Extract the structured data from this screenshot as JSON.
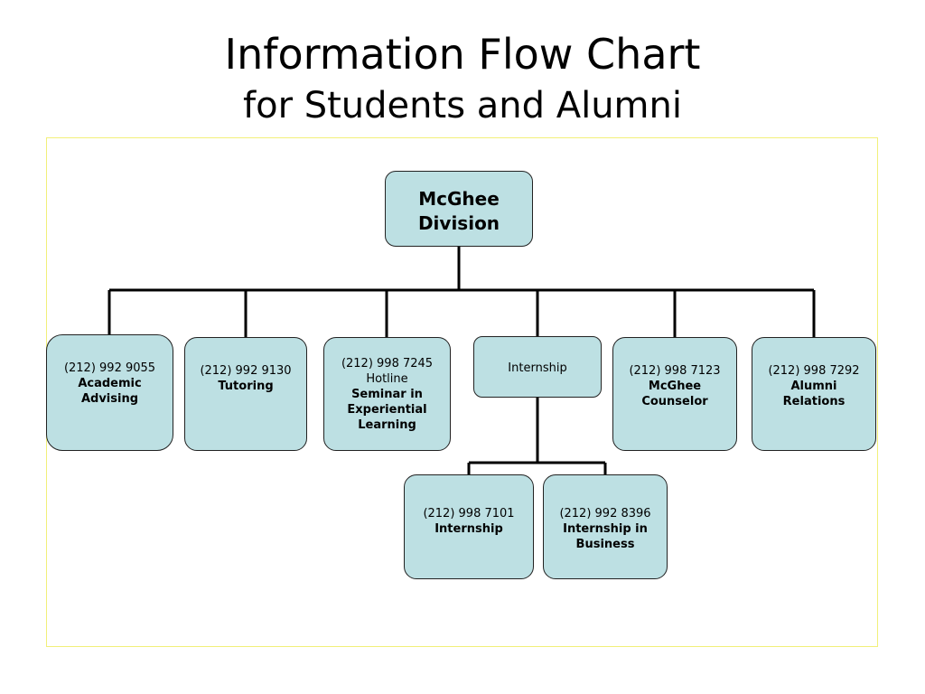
{
  "title": {
    "line1": "Information Flow Chart",
    "line2": "for Students and Alumni"
  },
  "root": {
    "label_line1": "McGhee",
    "label_line2": "Division"
  },
  "nodes": [
    {
      "phone": "(212) 992 9055",
      "sub": "",
      "name": "Academic Advising"
    },
    {
      "phone": "(212) 992 9130",
      "sub": "",
      "name": "Tutoring"
    },
    {
      "phone": "(212) 998 7245",
      "sub": "Hotline",
      "name": "Seminar in Experiential Learning"
    },
    {
      "phone": "",
      "sub": "Internship",
      "name": ""
    },
    {
      "phone": "(212) 998 7123",
      "sub": "",
      "name": "McGhee Counselor"
    },
    {
      "phone": "(212) 998 7292",
      "sub": "",
      "name": "Alumni Relations"
    }
  ],
  "children": [
    {
      "phone": "(212) 998 7101",
      "name": "Internship"
    },
    {
      "phone": "(212) 992 8396",
      "name": "Internship in Business"
    }
  ],
  "colors": {
    "box_fill": "#bde0e3",
    "box_border": "#222222",
    "frame_border": "#f2f07a",
    "line": "#000000"
  }
}
